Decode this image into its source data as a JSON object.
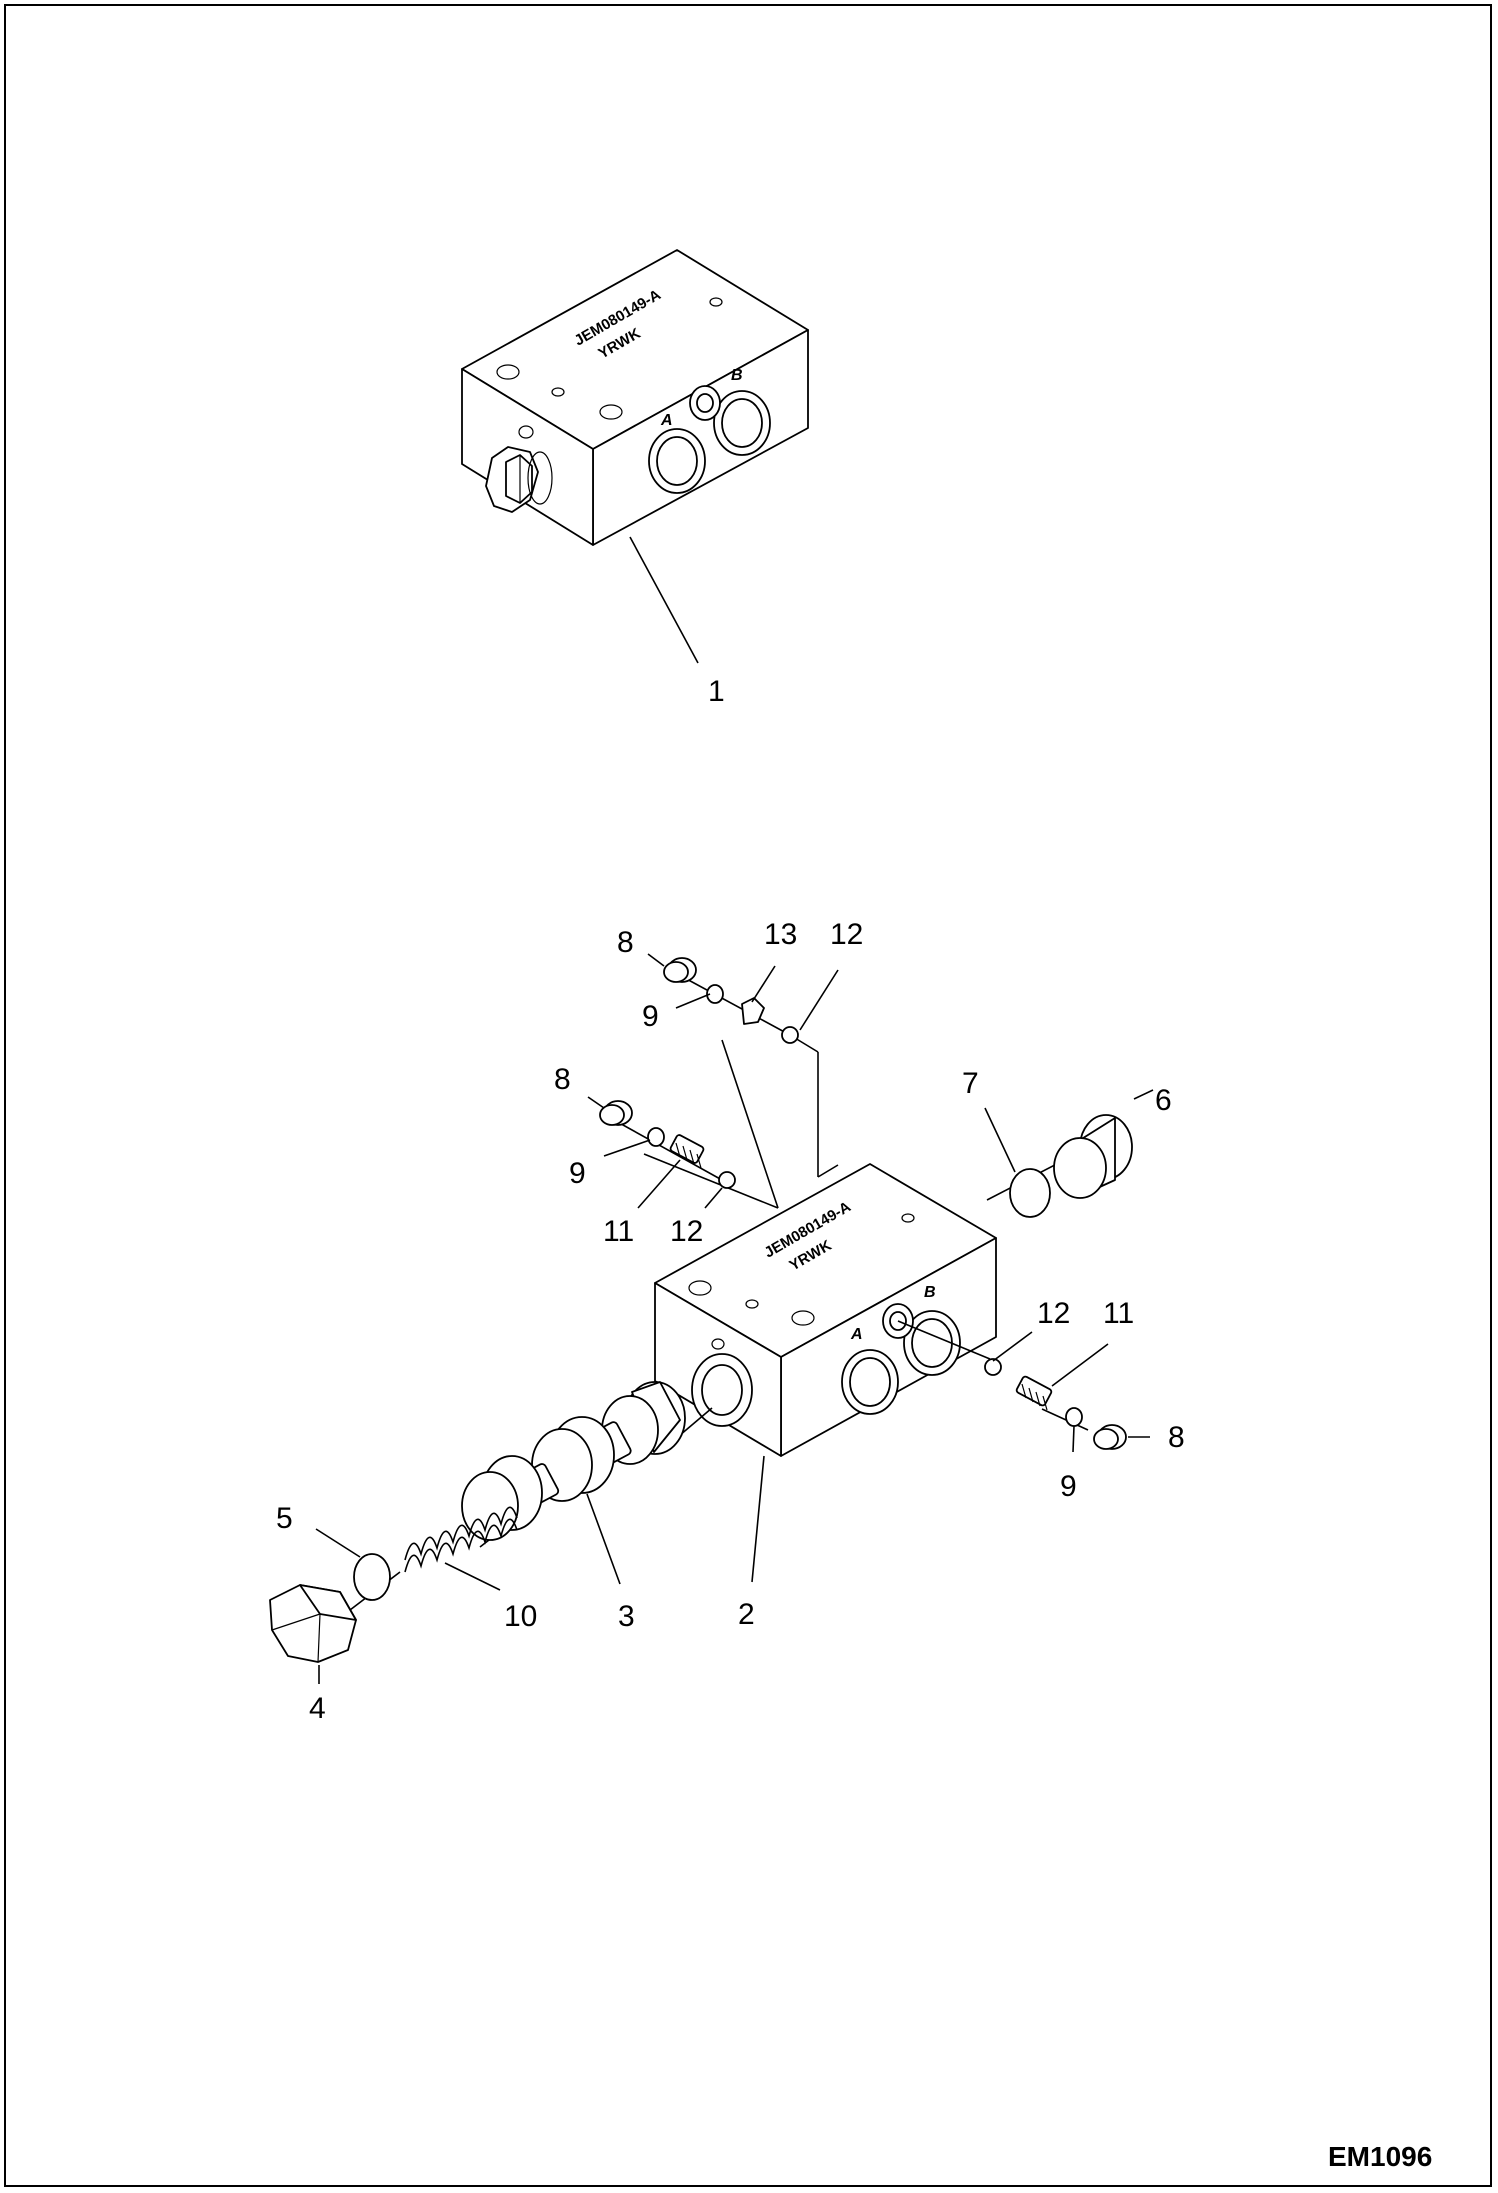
{
  "figure": {
    "drawing_code": "EM1096",
    "block_stamp_line1": "JEM080149-A",
    "block_stamp_line2": "YRWK",
    "port_a": "A",
    "port_b": "B"
  },
  "callouts": {
    "c1": "1",
    "c2": "2",
    "c3": "3",
    "c4": "4",
    "c5": "5",
    "c6": "6",
    "c7": "7",
    "c8a": "8",
    "c8b": "8",
    "c8c": "8",
    "c9a": "9",
    "c9b": "9",
    "c9c": "9",
    "c10": "10",
    "c11a": "11",
    "c11b": "11",
    "c12a": "12",
    "c12b": "12",
    "c12c": "12",
    "c13": "13"
  }
}
